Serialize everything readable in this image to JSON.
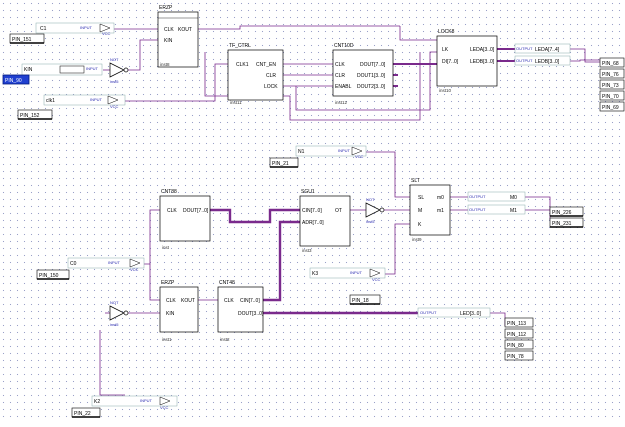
{
  "colors": {
    "wire": "#7a2a8c",
    "bus": "#7a2a8c",
    "block": "#000000",
    "grid": "#9aa0c8"
  },
  "blocks": {
    "erzp_top": {
      "name": "ERZP",
      "ports_in": [
        "CLK",
        "KIN"
      ],
      "ports_out": [
        "KOUT"
      ],
      "inst": "inst8"
    },
    "tf_ctrl": {
      "name": "TF_CTRL",
      "ports_in": [
        "CLK1"
      ],
      "ports_out": [
        "CNT_EN",
        "CLR",
        "LOCK"
      ],
      "inst": "inst11"
    },
    "cnt10d": {
      "name": "CNT10D",
      "ports_in": [
        "CLK",
        "CLR",
        "ENABL"
      ],
      "ports_out": [
        "DOUT[7..0]",
        "DOUT1[3..0]",
        "DOUT2[3..0]"
      ],
      "inst": "inst12"
    },
    "lock8": {
      "name": "LOCK8",
      "ports_in": [
        "LK",
        "DI[7..0]"
      ],
      "ports_out": [
        "LEDA[3..0]",
        "LEDB[3..0]"
      ],
      "inst": "inst10"
    },
    "cnt88": {
      "name": "CNT88",
      "ports_in": [
        "CLK"
      ],
      "ports_out": [
        "DOUT[7..0]"
      ],
      "inst": "inst"
    },
    "sgu1": {
      "name": "SGU1",
      "ports_in": [
        "CIN[7..0]",
        "ADR[7..0]"
      ],
      "ports_out": [
        "OT"
      ],
      "inst": "inst3"
    },
    "slt": {
      "name": "SLT",
      "ports_in": [
        "SL",
        "M",
        "K"
      ],
      "ports_out": [
        "m0",
        "m1"
      ],
      "inst": "inst9"
    },
    "erzp_bot": {
      "name": "ERZP",
      "ports_in": [
        "CLK",
        "KIN"
      ],
      "ports_out": [
        "KOUT"
      ],
      "inst": "inst1"
    },
    "cnt48": {
      "name": "CNT48",
      "ports_in": [
        "CLK"
      ],
      "ports_out": [
        "CIN[7..0]",
        "DOUT[3..0]"
      ],
      "inst": "inst2"
    }
  },
  "inputs": [
    {
      "signal": "C1",
      "type": "INPUT"
    },
    {
      "signal": "KIN",
      "type": "INPUT"
    },
    {
      "signal": "clk1",
      "type": "INPUT"
    },
    {
      "signal": "N1",
      "type": "INPUT"
    },
    {
      "signal": "C0",
      "type": "INPUT"
    },
    {
      "signal": "K3",
      "type": "INPUT"
    },
    {
      "signal": "K2",
      "type": "INPUT"
    }
  ],
  "outputs": [
    {
      "signal": "LEDA[7..4]",
      "type": "OUTPUT"
    },
    {
      "signal": "LEDB[3..0]",
      "type": "OUTPUT"
    },
    {
      "signal": "M0",
      "type": "OUTPUT"
    },
    {
      "signal": "M1",
      "type": "OUTPUT"
    },
    {
      "signal": "LED[3..0]",
      "type": "OUTPUT"
    }
  ],
  "io_std": "VCC",
  "inverter_label": "NOT",
  "inverter_inst": "inst5",
  "pins": {
    "pin_151": "PIN_151",
    "pin_90": "PIN_90",
    "pin_152": "PIN_152",
    "pin_21": "PIN_21",
    "pin_150": "PIN_150",
    "pin_18": "PIN_18",
    "pin_22": "PIN_22",
    "pin_226": "PIN_226",
    "pin_231": "PIN_231",
    "leda_pins": [
      "PIN_68",
      "PIN_76",
      "PIN_73",
      "PIN_70",
      "PIN_69"
    ],
    "led_pins": [
      "PIN_113",
      "PIN_112",
      "PIN_80",
      "PIN_78"
    ]
  }
}
